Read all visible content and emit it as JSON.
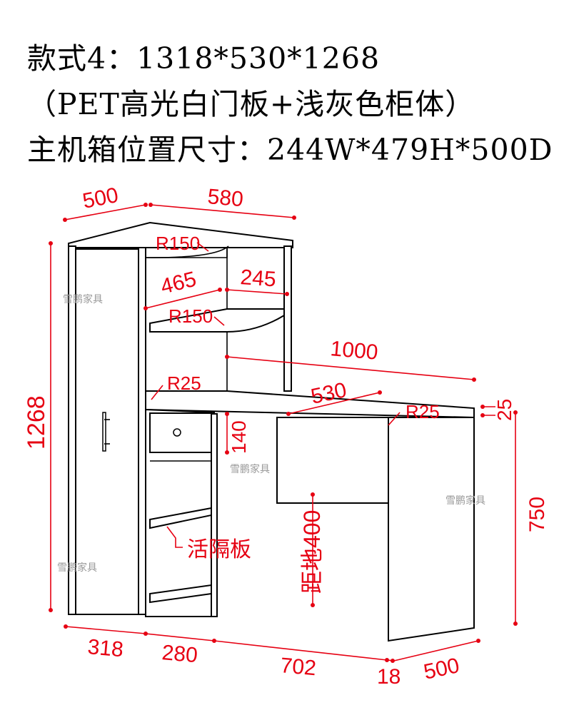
{
  "header": {
    "line1": "款式4：1318*530*1268",
    "line2": "（PET高光白门板+浅灰色柜体）",
    "line3": "主机箱位置尺寸：244W*479H*500D"
  },
  "dimensions": {
    "top_depth": "500",
    "top_width": "580",
    "top_radius": "R150",
    "mid_left": "465",
    "mid_right": "245",
    "shelf_radius": "R150",
    "desk_length": "1000",
    "desk_corner_left": "R25",
    "desk_depth": "530",
    "desk_corner_right": "R25",
    "desk_thickness": "25",
    "drawer_height": "140",
    "total_height": "1268",
    "desk_height": "750",
    "shelf_note": "活隔板",
    "clearance": "距地400",
    "bottom_a": "318",
    "bottom_b": "280",
    "bottom_c": "702",
    "bottom_d": "18",
    "bottom_depth": "500"
  },
  "watermark": "雪鹏家具",
  "colors": {
    "dimension": "#e60012",
    "outline": "#000000",
    "watermark": "#9a9a9a"
  }
}
